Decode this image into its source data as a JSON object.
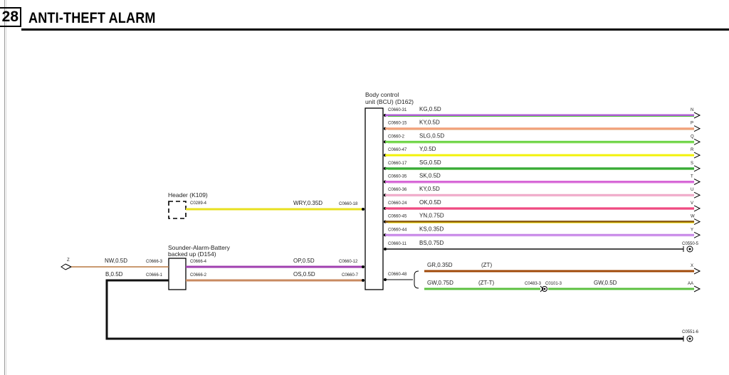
{
  "header": {
    "page_number": "28",
    "title": "ANTI-THEFT ALARM"
  },
  "components": {
    "bcu": {
      "label_line1": "Body control",
      "label_line2": "unit (BCU) (D162)"
    },
    "header_k109": {
      "label": "Header (K109)",
      "connector": "C0289-4"
    },
    "sounder": {
      "label_line1": "Sounder-Alarm-Battery",
      "label_line2": "backed up (D154)"
    }
  },
  "bcu_wires": [
    {
      "pin": "C0660-31",
      "wire": "KG,0.5D",
      "dest": "N",
      "color": "#b15fd6",
      "stripe": "#4fbf3a"
    },
    {
      "pin": "C0660-15",
      "wire": "KY,0.5D",
      "dest": "P",
      "color": "#f2a07a",
      "stripe": "#e8b488"
    },
    {
      "pin": "C0660-2",
      "wire": "SLG,0.5D",
      "dest": "Q",
      "color": "#6fd44a",
      "stripe": "#8ee060"
    },
    {
      "pin": "C0660-47",
      "wire": "Y,0.5D",
      "dest": "R",
      "color": "#f2f20a",
      "stripe": "#f2f20a"
    },
    {
      "pin": "C0660-17",
      "wire": "SG,0.5D",
      "dest": "S",
      "color": "#35a835",
      "stripe": "#58c048"
    },
    {
      "pin": "C0660-35",
      "wire": "SK,0.5D",
      "dest": "T",
      "color": "#d666d6",
      "stripe": "#e088e0"
    },
    {
      "pin": "C0660-36",
      "wire": "KY,0.5D",
      "dest": "U",
      "color": "#f0a8c8",
      "stripe": "#f6c8dc"
    },
    {
      "pin": "C0660-24",
      "wire": "OK,0.5D",
      "dest": "V",
      "color": "#f04880",
      "stripe": "#f07aa0"
    },
    {
      "pin": "C0660-45",
      "wire": "YN,0.75D",
      "dest": "W",
      "color": "#8a5a10",
      "stripe": "#f2e000"
    },
    {
      "pin": "C0660-44",
      "wire": "KS,0.35D",
      "dest": "Y",
      "color": "#c888e8",
      "stripe": "#d8a8f0"
    },
    {
      "pin": "C0660-11",
      "wire": "BS,0.75D",
      "dest": "C0550-5",
      "color": "#111111",
      "stripe": "#111111"
    }
  ],
  "bcu_pin_48": {
    "pin": "C0660-48",
    "upper": {
      "wire": "GR,0.35D",
      "tag": "(ZT)",
      "dest": "X",
      "color": "#a04a0a"
    },
    "lower": {
      "wire": "GW,0.75D",
      "tag": "(ZT-T)",
      "splice1": "C0483-3",
      "splice2": "C0101-3",
      "wire2": "GW,0.5D",
      "dest": "AA",
      "color": "#5cc040"
    }
  },
  "header_wire": {
    "wire": "WRY,0.35D",
    "pin": "C0660-18",
    "color": "#e8e020"
  },
  "sounder_wires": {
    "nw": {
      "conn": "C0666-3",
      "wire": "NW,0.5D",
      "dest": "Z",
      "color": "#b87840"
    },
    "b": {
      "conn": "C0666-1",
      "wire": "B,0.5D",
      "color": "#111111"
    },
    "op": {
      "conn": "C0666-4",
      "wire": "OP,0.5D",
      "pin": "C0660-12",
      "color": "#a040b0"
    },
    "os": {
      "conn": "C0666-2",
      "wire": "OS,0.5D",
      "pin": "C0660-7",
      "color": "#c88a60"
    }
  },
  "ground": {
    "dest": "C0551-6"
  }
}
